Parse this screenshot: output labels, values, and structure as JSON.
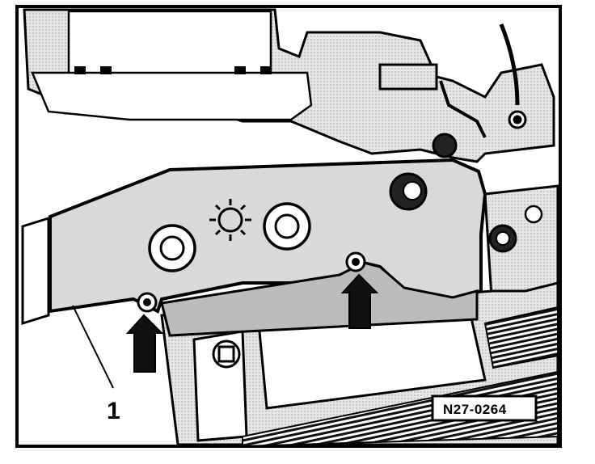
{
  "callout": {
    "number": "1"
  },
  "reference": {
    "code": "N27-0264"
  },
  "colors": {
    "ink": "#000000",
    "paper": "#ffffff",
    "panel": "#d9d9d9",
    "panel_dark": "#9a9a9a",
    "panel_mid": "#c4c4c4"
  },
  "arrows": {
    "count": 2,
    "direction": "up"
  }
}
